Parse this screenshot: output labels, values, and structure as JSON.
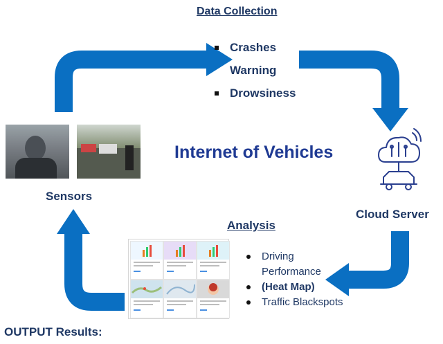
{
  "data_collection": {
    "title": "Data Collection",
    "items": [
      {
        "text": "Crashes",
        "bullet": true
      },
      {
        "text": "Warning",
        "bullet": false
      },
      {
        "text": "Drowsiness",
        "bullet": true
      }
    ]
  },
  "center_title": "Internet of Vehicles",
  "sensors_label": "Sensors",
  "cloud_label": "Cloud Server",
  "analysis": {
    "title": "Analysis",
    "items": [
      {
        "text": "Driving",
        "bullet": true,
        "bold": false
      },
      {
        "text": "Performance",
        "bullet": false,
        "bold": false
      },
      {
        "text": "(Heat Map)",
        "bullet": true,
        "bold": true
      },
      {
        "text": "Traffic Blackspots",
        "bullet": true,
        "bold": false
      }
    ]
  },
  "output_label": "OUTPUT Results:",
  "colors": {
    "arrow": "#0a6fc2",
    "text": "#1f3864",
    "title_blue": "#1f3a93"
  }
}
